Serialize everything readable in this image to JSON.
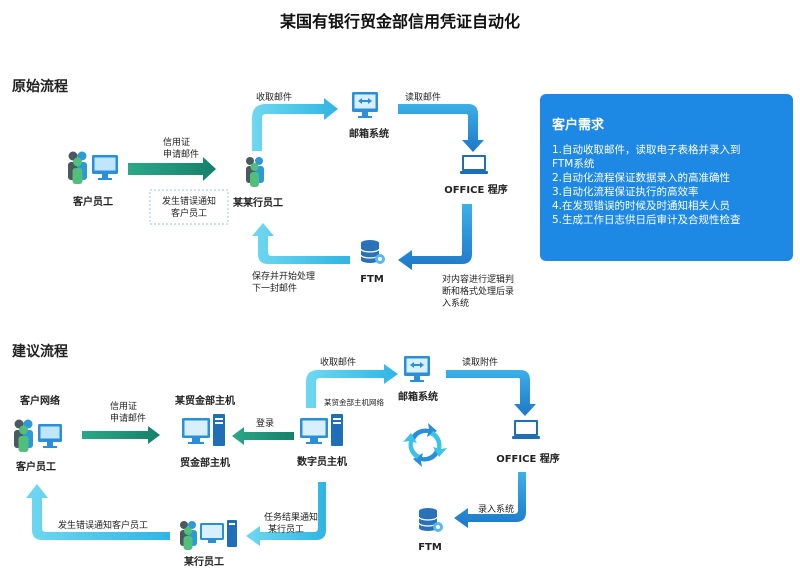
{
  "title": "某国有银行贸金部信用凭证自动化",
  "section_original": "原始流程",
  "section_proposed": "建议流程",
  "original": {
    "customer": "客户员工",
    "edge_apply": [
      "信用证",
      "申请邮件"
    ],
    "error_note": [
      "发生错误通知",
      "客户员工"
    ],
    "employee": "某某行员工",
    "edge_receive": "收取邮件",
    "mail": "邮箱系统",
    "edge_read": "读取邮件",
    "office": "OFFICE 程序",
    "edge_process": [
      "对内容进行逻辑判",
      "断和格式处理后录",
      "入系统"
    ],
    "ftm": "FTM",
    "edge_save": [
      "保存并开始处理",
      "下一封邮件"
    ]
  },
  "requirements": {
    "heading": "客户需求",
    "items": [
      "1.自动收取邮件，读取电子表格并录入到",
      "FTM系统",
      "2.自动化流程保证数据录入的高准确性",
      "3.自动化流程保证执行的高效率",
      "4.在发现错误的时候及时通知相关人员",
      "5.生成工作日志供日后审计及合规性检查"
    ]
  },
  "proposed": {
    "customer_net": "客户网络",
    "customer": "客户员工",
    "edge_apply": [
      "信用证",
      "申请邮件"
    ],
    "host_top": "某贸金部主机",
    "host_bottom": "贸金部主机",
    "edge_login": "登录",
    "digital_host": "数字员主机",
    "net_label": "某贸金部主机网络",
    "edge_receive": "收取邮件",
    "mail": "邮箱系统",
    "edge_read": "读取附件",
    "office": "OFFICE 程序",
    "edge_entry": "录入系统",
    "ftm": "FTM",
    "edge_result": [
      "任务结果通知",
      "某行员工"
    ],
    "employee": "某行员工",
    "edge_error": "发生错误通知客户员工"
  },
  "colors": {
    "teal_arrow": "#1a9a78",
    "cyan_arrow": "#3bc4e8",
    "blue_arrow": "#2a8fd8",
    "panel": "#1e88e5",
    "people_dark": "#4a5860",
    "people_blue": "#2a9ad8",
    "people_green": "#4fbf7a",
    "monitor": "#2a8fd8",
    "ftm_db": "#2a72b8"
  }
}
